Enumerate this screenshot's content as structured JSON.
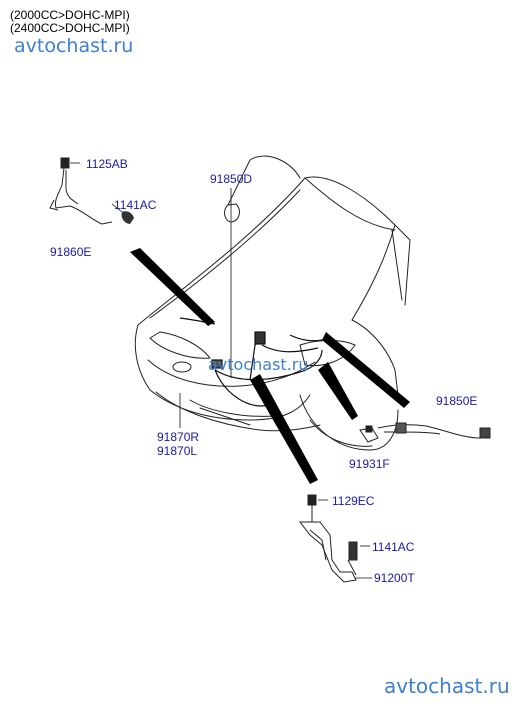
{
  "header": {
    "line1": "(2000CC>DOHC-MPI)",
    "line2": "(2400CC>DOHC-MPI)"
  },
  "watermark": {
    "top": "avtochast.ru",
    "middle": "avtochast.ru",
    "bottom": "avtochast.ru",
    "color": "#3f7fd1"
  },
  "labels": {
    "l1125AB": "1125AB",
    "l1141AC_top": "1141AC",
    "l91860E": "91860E",
    "l91850D": "91850D",
    "l91870R": "91870R",
    "l91870L": "91870L",
    "l91850E": "91850E",
    "l91931F": "91931F",
    "l1129EC": "1129EC",
    "l1141AC_bot": "1141AC",
    "l91200T": "91200T",
    "label_color": "#1a1aa8"
  }
}
